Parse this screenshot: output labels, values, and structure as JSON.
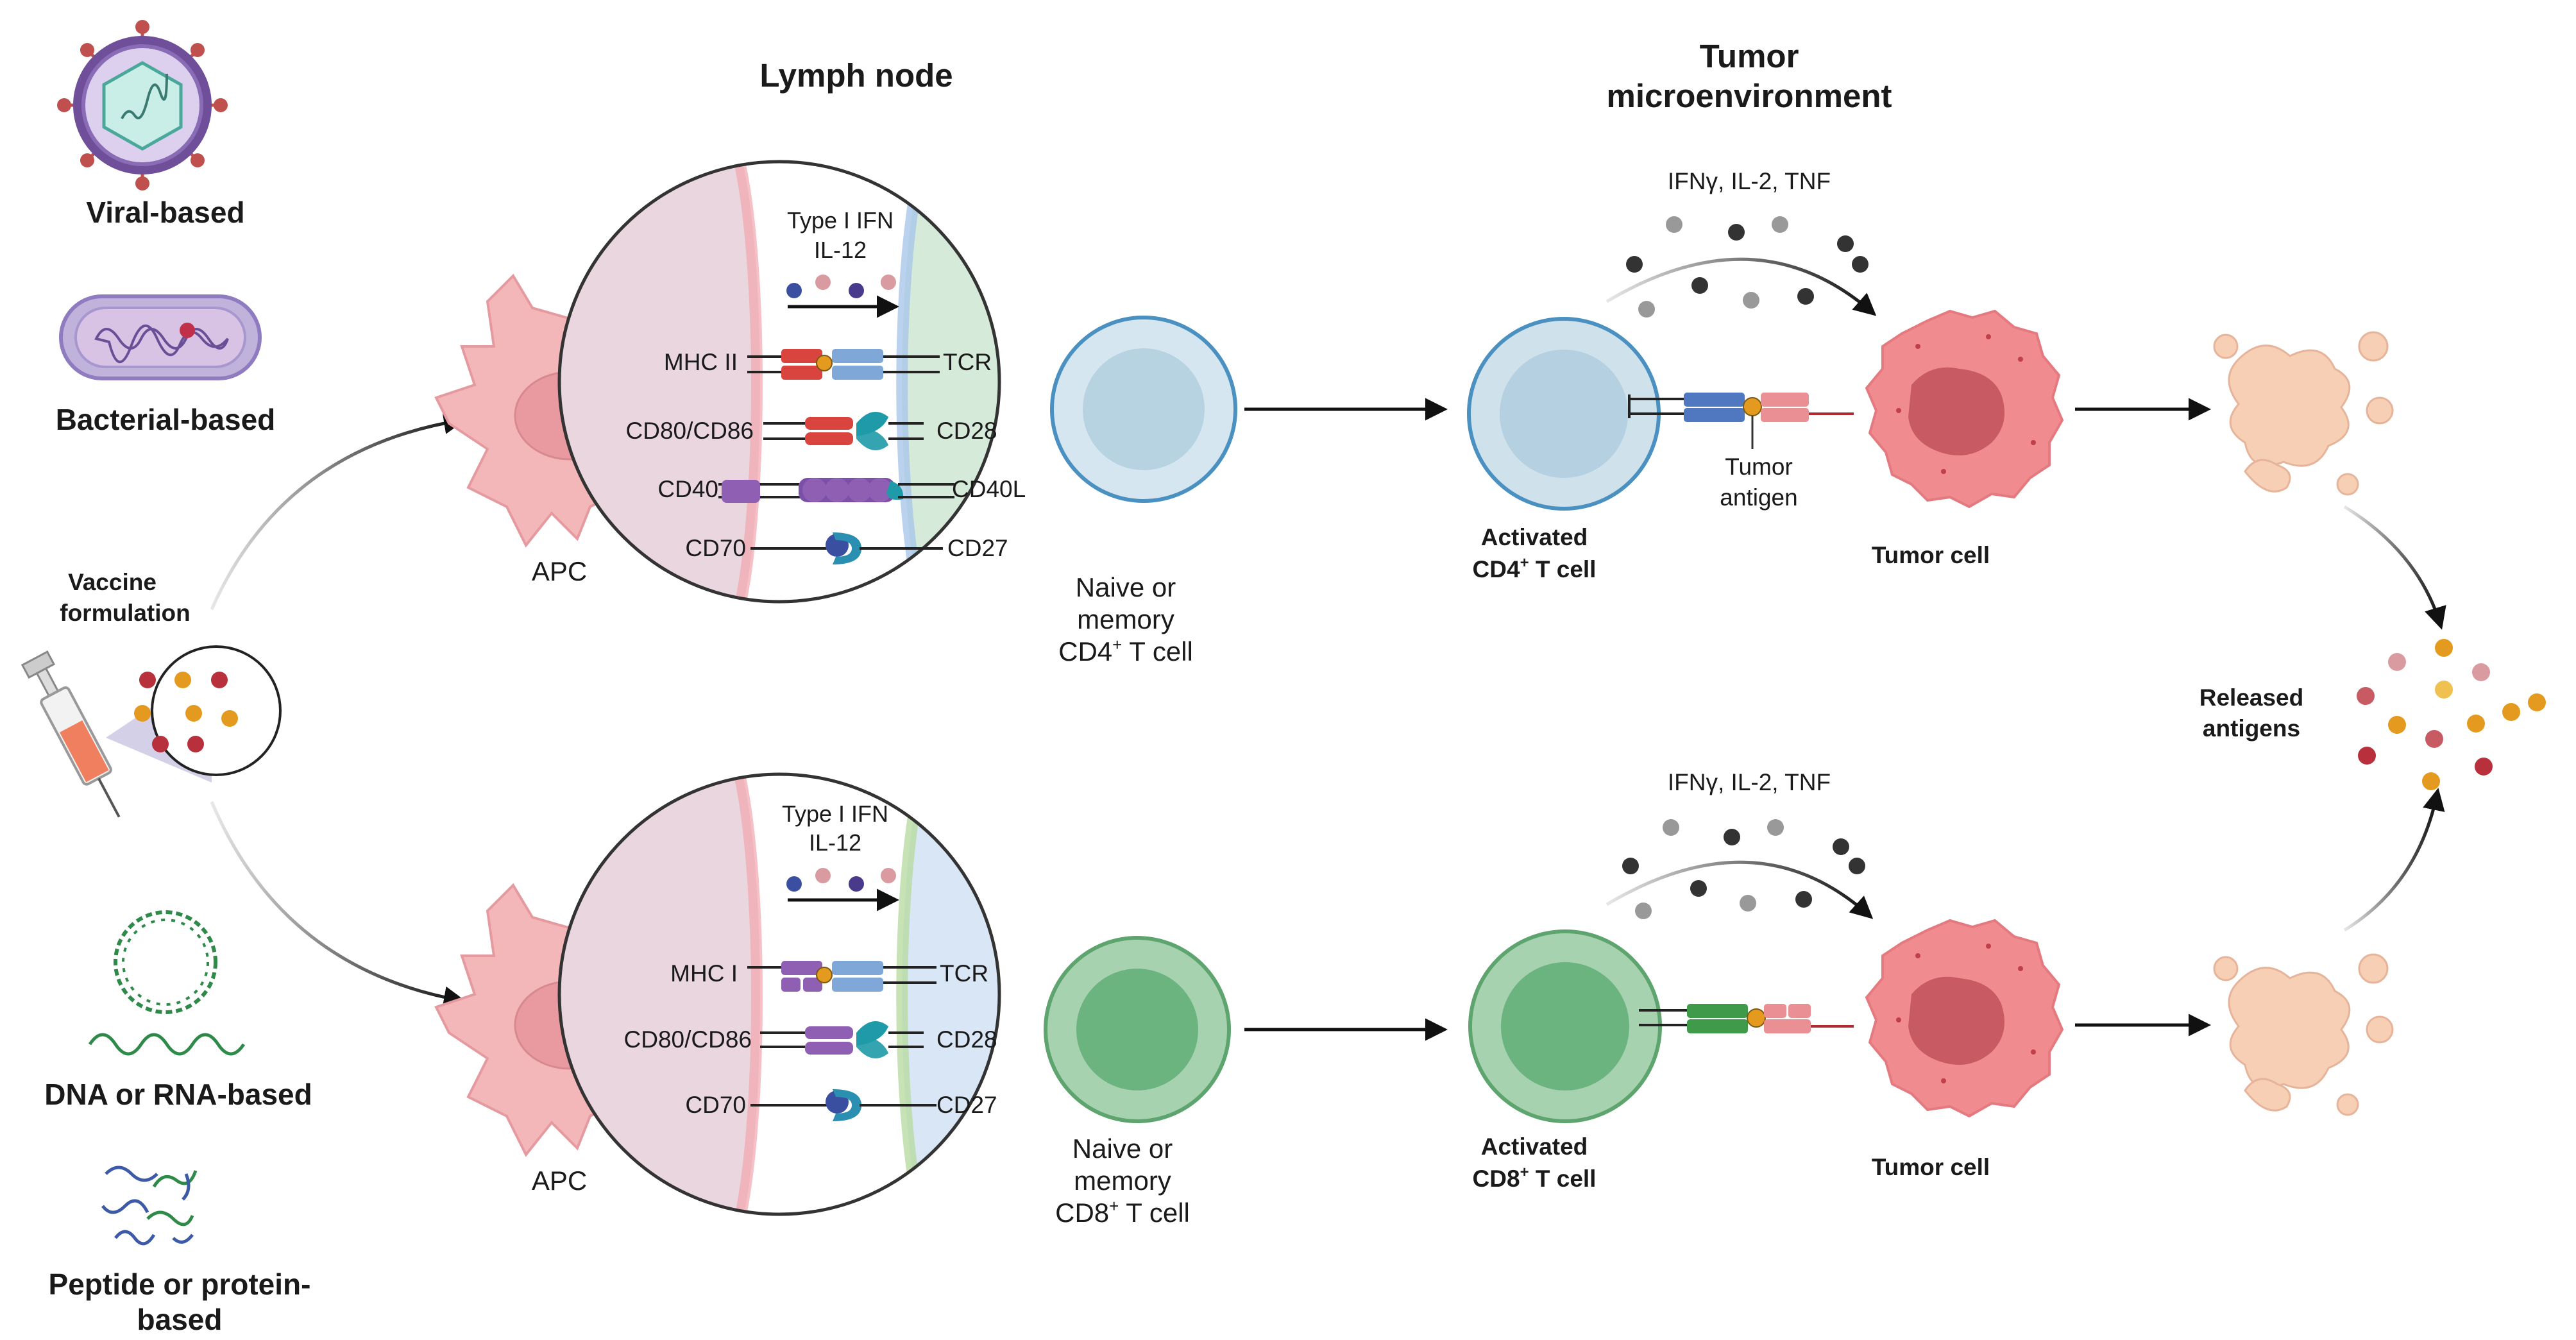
{
  "headings": {
    "lymph_node": "Lymph node",
    "tumor_line1": "Tumor",
    "tumor_line2": "microenvironment"
  },
  "vaccine_types": {
    "viral": "Viral-based",
    "bacterial": "Bacterial-based",
    "nucleic_acid": "DNA or RNA-based",
    "peptide_line1": "Peptide or protein-",
    "peptide_line2": "based"
  },
  "vaccine_formulation": {
    "line1": "Vaccine",
    "line2": "formulation"
  },
  "cd4_pathway": {
    "apc": "APC",
    "cytokines_line1": "Type I IFN",
    "cytokines_line2": "IL-12",
    "pairs": [
      {
        "left": "MHC II",
        "right": "TCR"
      },
      {
        "left": "CD80/CD86",
        "right": "CD28"
      },
      {
        "left": "CD40",
        "right": "CD40L"
      },
      {
        "left": "CD70",
        "right": "CD27"
      }
    ],
    "naive_line1": "Naive or",
    "naive_line2": "memory",
    "naive_line3_pre": "CD4",
    "naive_line3_sup": "+",
    "naive_line3_post": " T cell",
    "effector_cytokines": "IFNγ, IL-2,  TNF",
    "activated_line1": "Activated",
    "activated_line2_pre": "CD4",
    "activated_line2_sup": "+",
    "activated_line2_post": " T cell",
    "tumor_antigen_line1": "Tumor",
    "tumor_antigen_line2": "antigen",
    "tumor_cell": "Tumor cell"
  },
  "cd8_pathway": {
    "apc": "APC",
    "cytokines_line1": "Type I IFN",
    "cytokines_line2": "IL-12",
    "pairs": [
      {
        "left": "MHC I",
        "right": "TCR"
      },
      {
        "left": "CD80/CD86",
        "right": "CD28"
      },
      {
        "left": "CD70",
        "right": "CD27"
      }
    ],
    "naive_line1": "Naive or",
    "naive_line2": "memory",
    "naive_line3_pre": "CD8",
    "naive_line3_sup": "+",
    "naive_line3_post": " T cell",
    "effector_cytokines": "IFNγ, IL-2, TNF",
    "activated_line1": "Activated",
    "activated_line2_pre": "CD8",
    "activated_line2_sup": "+",
    "activated_line2_post": " T cell",
    "tumor_cell": "Tumor cell"
  },
  "released_antigens": {
    "line1": "Released",
    "line2": "antigens"
  },
  "colors": {
    "apc": "#f3b7b9",
    "apc_zone": "#ead6de",
    "cd4_zone": "#d5ead8",
    "cd8_zone": "#d8e6f6",
    "cd4_cell": "#cfe2ec",
    "cd8_cell": "#8fc79c",
    "tumor_cell": "#f08b8f",
    "debris": "#f6cfb5",
    "antigen_red": "#b8303b",
    "antigen_orange": "#e49a1e"
  }
}
